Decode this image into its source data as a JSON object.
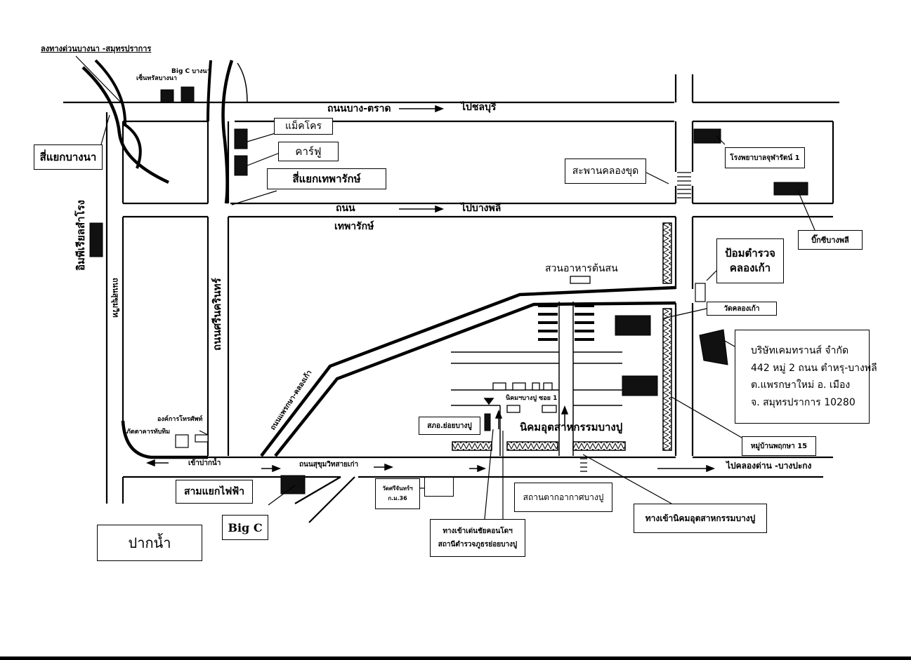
{
  "labels": {
    "expressway_exit": "ลงทางด่วนบางนา -สมุทรปราการ",
    "bigc_bangna": "Big C บางนา",
    "central_bangna": "เซ็นทรัลบางนา",
    "bangna_trat_road": "ถนนบาง-ตราด",
    "to_chonburi": "ไปชลบุรี",
    "makro": "แม็คโคร",
    "carrefour": "คาร์ฟู",
    "bangna_junction": "สี่แยกบางนา",
    "theparak_junction": "สี่แยกเทพารักษ์",
    "khlong_khut_bridge": "สะพานคลองขุด",
    "hospital": "โรงพยาบาลจุฬารัตน์ 1",
    "bigc_bangphli": "บิ๊กซีบางพลี",
    "road_word": "ถนน",
    "theparak_word": "เทพารักษ์",
    "to_bangphli": "ไปบางพลี",
    "imperial_samrong": "อิมพีเรียลสำโรง",
    "sukhumvit_road": "ถนนสุขุมวิท",
    "srinakarin_road": "ถนนศรีนครินทร์",
    "police_box_title": "ป้อมตำรวจ",
    "police_box_place": "คลองเก้า",
    "pine_garden": "สวนอาหารต้นสน",
    "wat_khlong_kao": "วัดคลองเก้า",
    "company_name": "บริษัทเคมทรานส์ จำกัด",
    "company_address_1": "442 หมู่ 2 ถนน ตำหรุ-บางพลี",
    "company_address_2": "ต.แพรกษาใหม่ อ. เมือง",
    "company_address_3": "จ. สมุทรปราการ 10280",
    "praeksa_road": "ถนนแพรกษา-คลองเก้า",
    "nikhom_soi1": "นิคมฯบางปู ซอย 1",
    "post_office": "สภอ.ย่อยบางปู",
    "bangpu_estate": "นิคมอุตสาหกรรมบางปู",
    "village_15": "หมู่บ้านพฤกษา 15",
    "phone_org": "องค์การโทรศัพท์",
    "tubtim_restaurant": "ภัตตาคารทับทิม",
    "to_paknam": "เข้าปากน้ำ",
    "old_sukhumvit": "ถนนสุขุมวิทสายเก่า",
    "to_khlong_dan": "ไปคลองด่าน -บางปะกง",
    "samyaek_faifa": "สามแยกไฟฟ้า",
    "wat_sri_chan": "วัดศรีจันทร์ฯ",
    "wat_km": "ก.ม.36",
    "meteo_station": "สถานตากอากาศบางปู",
    "bigc": "Big C",
    "condo_entrance": "ทางเข้าเด่นชัยคอนโดฯ",
    "police_substation": "สถานีตำรวจภูธรย่อยบางปู",
    "estate_entrance": "ทางเข้านิคมอุตสาหกรรมบางปู",
    "paknam": "ปากน้ำ"
  },
  "colors": {
    "ink": "#000000",
    "paper": "#ffffff"
  }
}
